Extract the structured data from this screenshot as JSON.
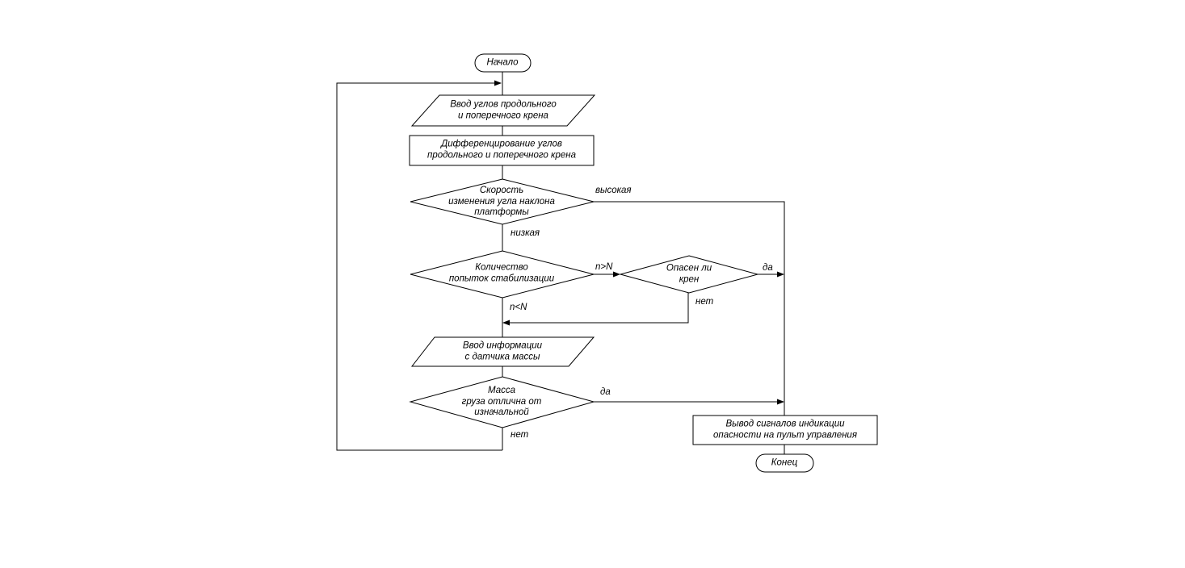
{
  "diagram": {
    "type": "flowchart",
    "language": "ru",
    "colors": {
      "stroke": "#000000",
      "fill": "#ffffff",
      "text": "#000000"
    },
    "nodes": {
      "start": {
        "type": "terminator",
        "label": "Начало"
      },
      "input_angles": {
        "type": "io",
        "label": "Ввод углов продольного\nи поперечного крена"
      },
      "differentiate": {
        "type": "process",
        "label": "Дифференцирование углов\nпродольного и поперечного крена"
      },
      "speed_decision": {
        "type": "decision",
        "label": "Скорость\nизменения угла наклона\nплатформы"
      },
      "attempts_decision": {
        "type": "decision",
        "label": "Количество\nпопыток стабилизации"
      },
      "danger_decision": {
        "type": "decision",
        "label": "Опасен ли\nкрен"
      },
      "input_mass": {
        "type": "io",
        "label": "Ввод информации\nс датчика массы"
      },
      "mass_decision": {
        "type": "decision",
        "label": "Масса\nгруза отлична от\nизначальной"
      },
      "output_signals": {
        "type": "process",
        "label": "Вывод сигналов индикации\nопасности на пульт управления"
      },
      "end": {
        "type": "terminator",
        "label": "Конец"
      }
    },
    "edge_labels": {
      "speed_high": "высокая",
      "speed_low": "низкая",
      "attempts_gt": "n>N",
      "attempts_lt": "n<N",
      "danger_yes": "да",
      "danger_no": "нет",
      "mass_yes": "да",
      "mass_no": "нет"
    }
  }
}
